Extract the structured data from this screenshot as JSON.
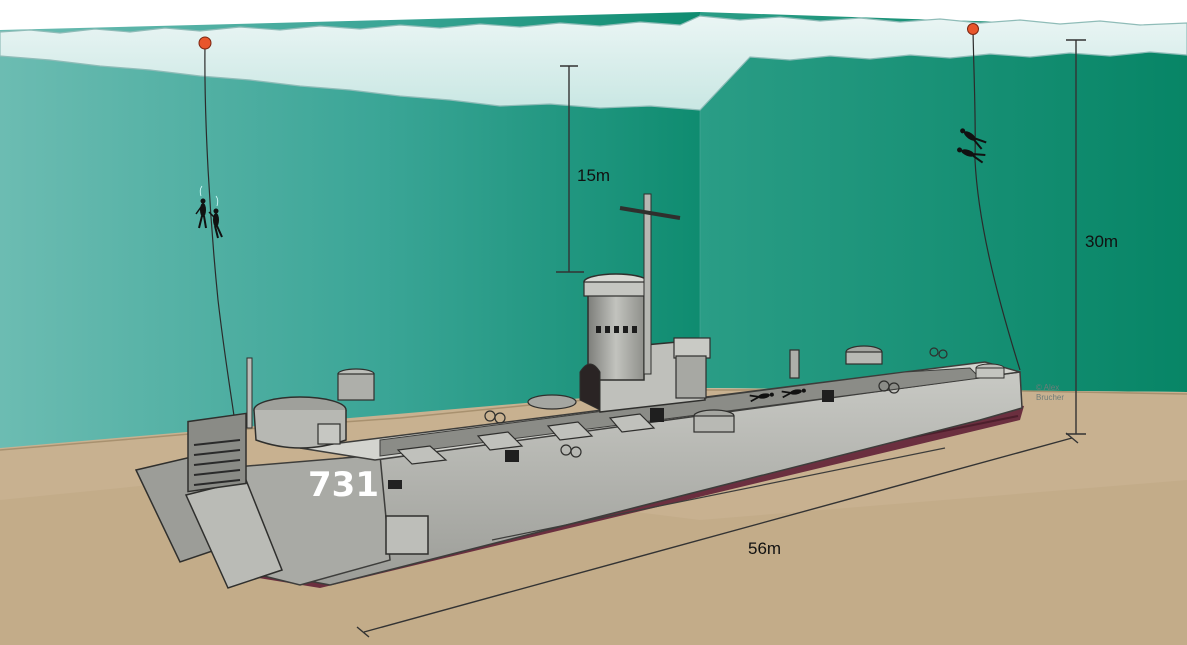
{
  "labels": {
    "depth_to_deck": "15m",
    "depth_to_seabed": "30m",
    "ship_length": "56m",
    "hull_number": "731",
    "credit": [
      "© Alex",
      "Brucher"
    ]
  },
  "colors": {
    "water_light": "#5fb5aa",
    "water_dark": "#0d8a6d",
    "sand": "#c7b08e",
    "hull_grey": "#b5b6b1",
    "keel_maroon": "#6b2f3f",
    "buoy": "#e8552b"
  },
  "icons": [
    "buoy-icon",
    "diver-icon"
  ]
}
